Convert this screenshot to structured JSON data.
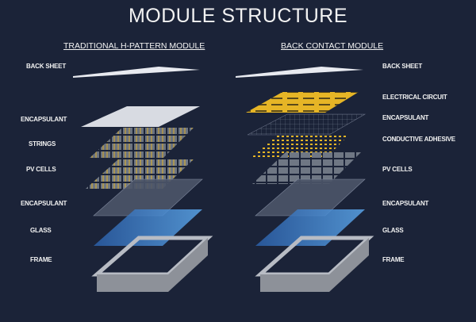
{
  "title": "MODULE STRUCTURE",
  "left": {
    "heading": "TRADITIONAL H-PATTERN  MODULE",
    "labels": [
      "BACK SHEET",
      "ENCAPSULANT",
      "STRINGS",
      "PV CELLS",
      "ENCAPSULANT",
      "GLASS",
      "FRAME"
    ]
  },
  "right": {
    "heading": "BACK CONTACT MODULE",
    "labels": [
      "BACK SHEET",
      "ELECTRICAL CIRCUIT",
      "ENCAPSULANT",
      "CONDUCTIVE ADHESIVE",
      "PV CELLS",
      "ENCAPSULANT",
      "GLASS",
      "FRAME"
    ]
  },
  "colors": {
    "background": "#1b2338",
    "gold": "#e6b526",
    "glass": "#3f7fd0"
  }
}
